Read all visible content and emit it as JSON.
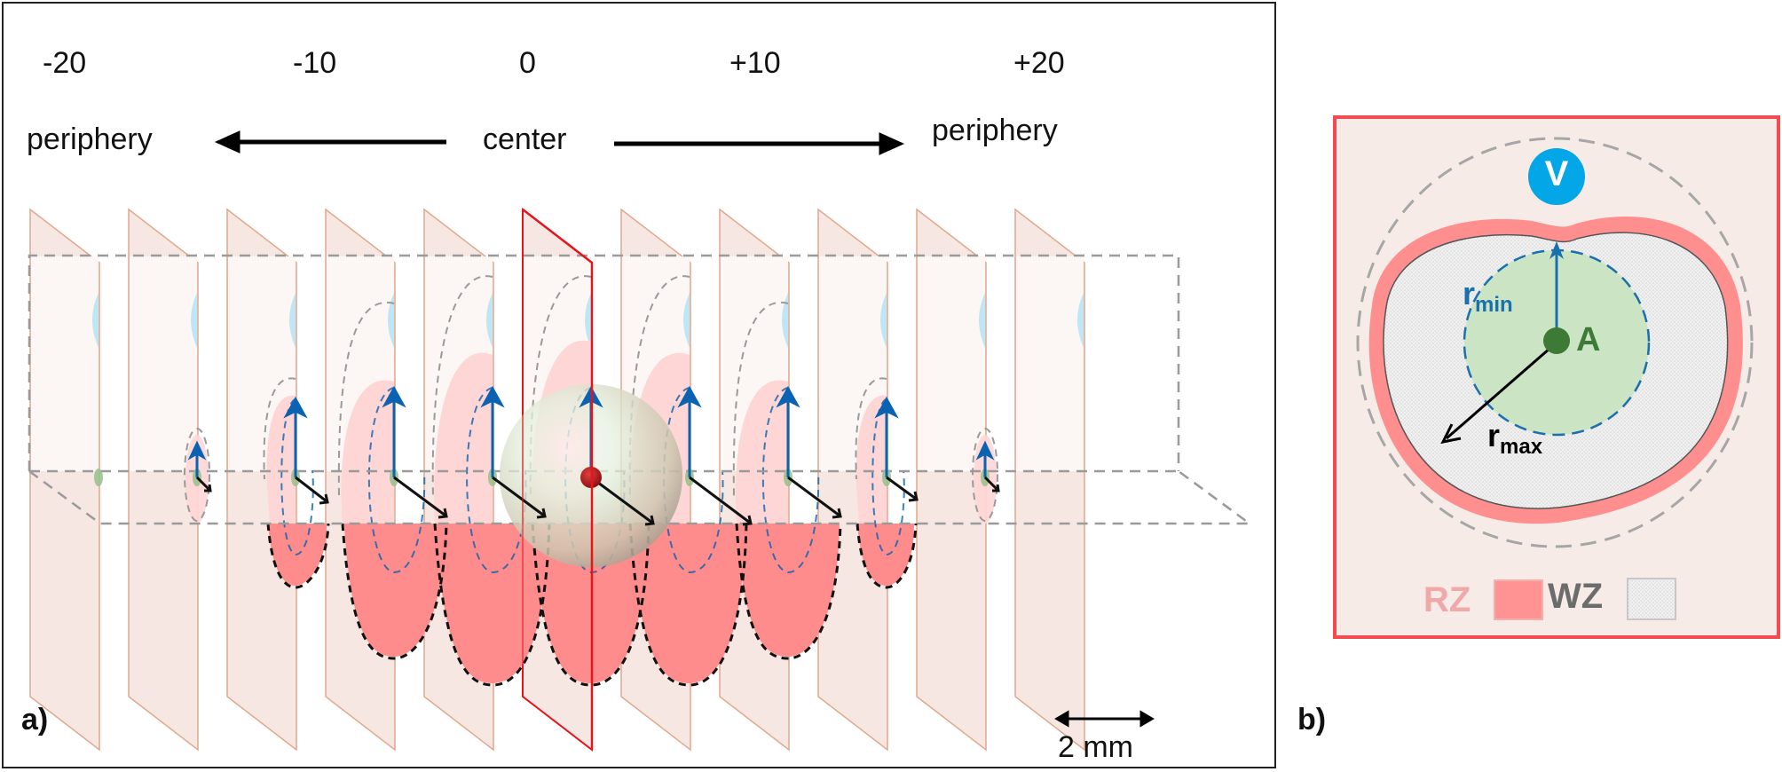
{
  "panel_a": {
    "letter": "a)",
    "positions": [
      "-20",
      "-10",
      "0",
      "+10",
      "+20"
    ],
    "direction_labels": {
      "left": "periphery",
      "center": "center",
      "right": "periphery"
    },
    "scale_bar": "2 mm",
    "plane_count": 11,
    "highlighted_plane_index": 5,
    "colors": {
      "plane_fill": "#f6e7e2",
      "plane_edge": "#e0a98e",
      "highlight_edge": "#e8141c",
      "rz_fill": "#ff8c8c",
      "rz_light": "#ffd6d6",
      "vessel": "#bfe6f5",
      "arrow_blue": "#0a62b0",
      "dashed_gray": "#9a9a9a"
    }
  },
  "panel_b": {
    "letter": "b)",
    "vessel_label": "V",
    "applicator_label": "A",
    "r_min_label": "r",
    "r_min_sub": "min",
    "r_max_label": "r",
    "r_max_sub": "max",
    "legend": [
      {
        "label": "RZ",
        "swatch": "#ff9292",
        "text_color": "#f0a9a9"
      },
      {
        "label": "WZ",
        "swatch": "#e9e9e9",
        "text_color": "#6c6c6c"
      }
    ],
    "colors": {
      "border": "#f54a4f",
      "background": "#f6ebe7",
      "vessel": "#03a6e6",
      "applicator": "#3d7a36",
      "green_zone": "#c6e3bd",
      "rim": "#ff8f8f"
    }
  }
}
